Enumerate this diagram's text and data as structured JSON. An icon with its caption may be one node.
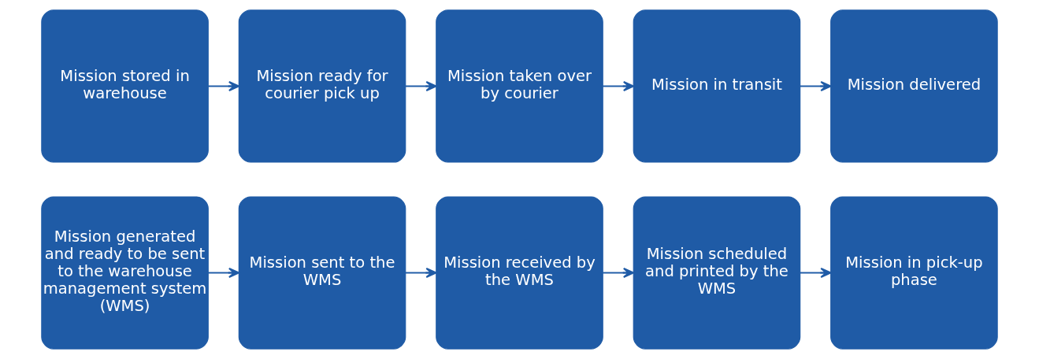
{
  "diagram": {
    "nodes": [
      {
        "text": [
          "Mission generated and ready to be sent to the warehouse management system (WMS)"
        ]
      },
      {
        "text": [
          "Mission sent to the WMS"
        ]
      },
      {
        "text": [
          "Mission received by the WMS"
        ]
      },
      {
        "text": [
          "Mission scheduled and printed by the WMS"
        ]
      },
      {
        "text": [
          "Mission in pick-up phase"
        ]
      },
      {
        "text": [
          "Mission stored in warehouse"
        ]
      },
      {
        "text": [
          "Mission ready for courier pick up"
        ]
      },
      {
        "text": [
          "Mission taken over by courier"
        ]
      },
      {
        "text": [
          "Mission in transit"
        ]
      },
      {
        "text": [
          "Mission delivered"
        ]
      }
    ],
    "edges": [
      {
        "from": 0,
        "to": 1,
        "arrow": "to"
      },
      {
        "from": 1,
        "to": 2,
        "arrow": "to"
      },
      {
        "from": 2,
        "to": 3,
        "arrow": "to"
      },
      {
        "from": 3,
        "to": 4,
        "arrow": "to"
      },
      {
        "from": 5,
        "to": 6,
        "arrow": "to"
      },
      {
        "from": 6,
        "to": 7,
        "arrow": "to"
      },
      {
        "from": 7,
        "to": 8,
        "arrow": "to"
      },
      {
        "from": 8,
        "to": 9,
        "arrow": "to"
      }
    ]
  }
}
